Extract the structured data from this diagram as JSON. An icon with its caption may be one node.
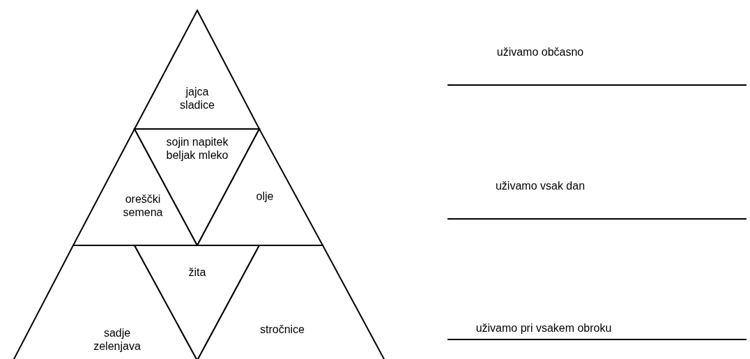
{
  "diagram": {
    "nodes": [
      {
        "text": [
          "jajca sladice"
        ]
      },
      {
        "text": [
          "oreščki semena"
        ]
      },
      {
        "text": [
          "sojin napitek beljak mleko"
        ]
      },
      {
        "text": [
          "olje"
        ]
      },
      {
        "text": [
          "sadje zelenjava"
        ]
      },
      {
        "text": [
          "žita"
        ]
      },
      {
        "text": [
          "stročnice"
        ]
      }
    ],
    "labels": [
      "uživamo občasno",
      "uživamo vsak dan",
      "uživamo pri vsakem obroku"
    ]
  }
}
